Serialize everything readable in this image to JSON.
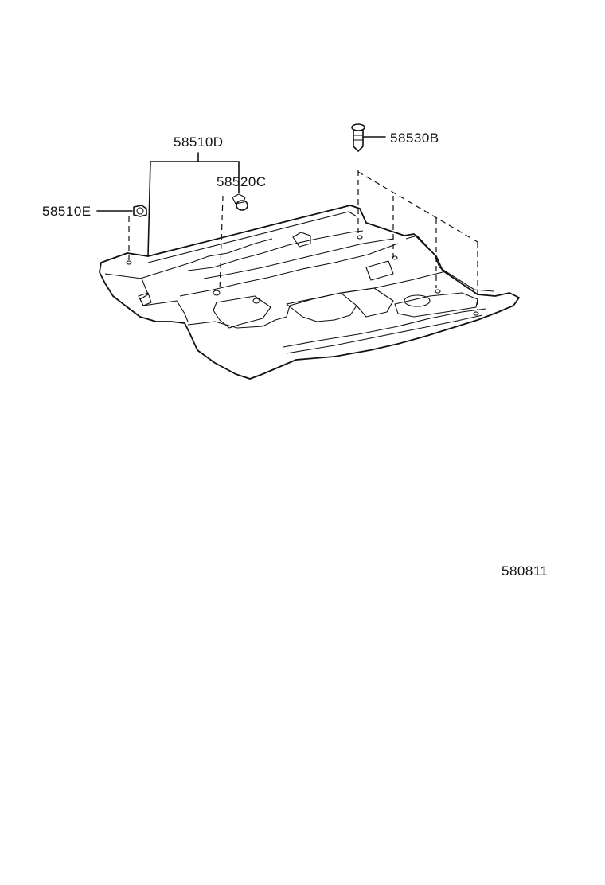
{
  "diagram": {
    "part_labels": {
      "carpet": "58510D",
      "hole_plug": "58520C",
      "clip": "58510E",
      "fastener": "58530B"
    },
    "figure_code": "580811"
  },
  "colors": {
    "line": "#111111",
    "background": "#ffffff"
  }
}
